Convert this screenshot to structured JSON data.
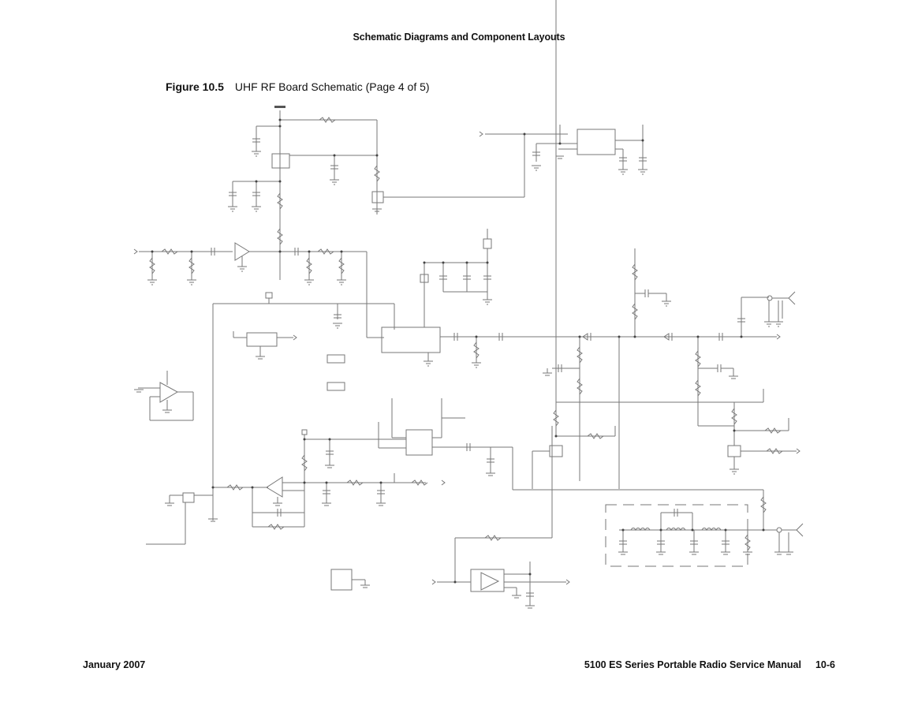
{
  "header": {
    "section_title": "Schematic Diagrams and Component Layouts"
  },
  "figure": {
    "number": "Figure 10.5",
    "title": "UHF RF Board Schematic (Page 4 of 5)"
  },
  "footer": {
    "date": "January 2007",
    "manual_title": "5100 ES Series Portable Radio Service Manual",
    "page_number": "10-6"
  },
  "schematic": {
    "labels_legible": false
  }
}
